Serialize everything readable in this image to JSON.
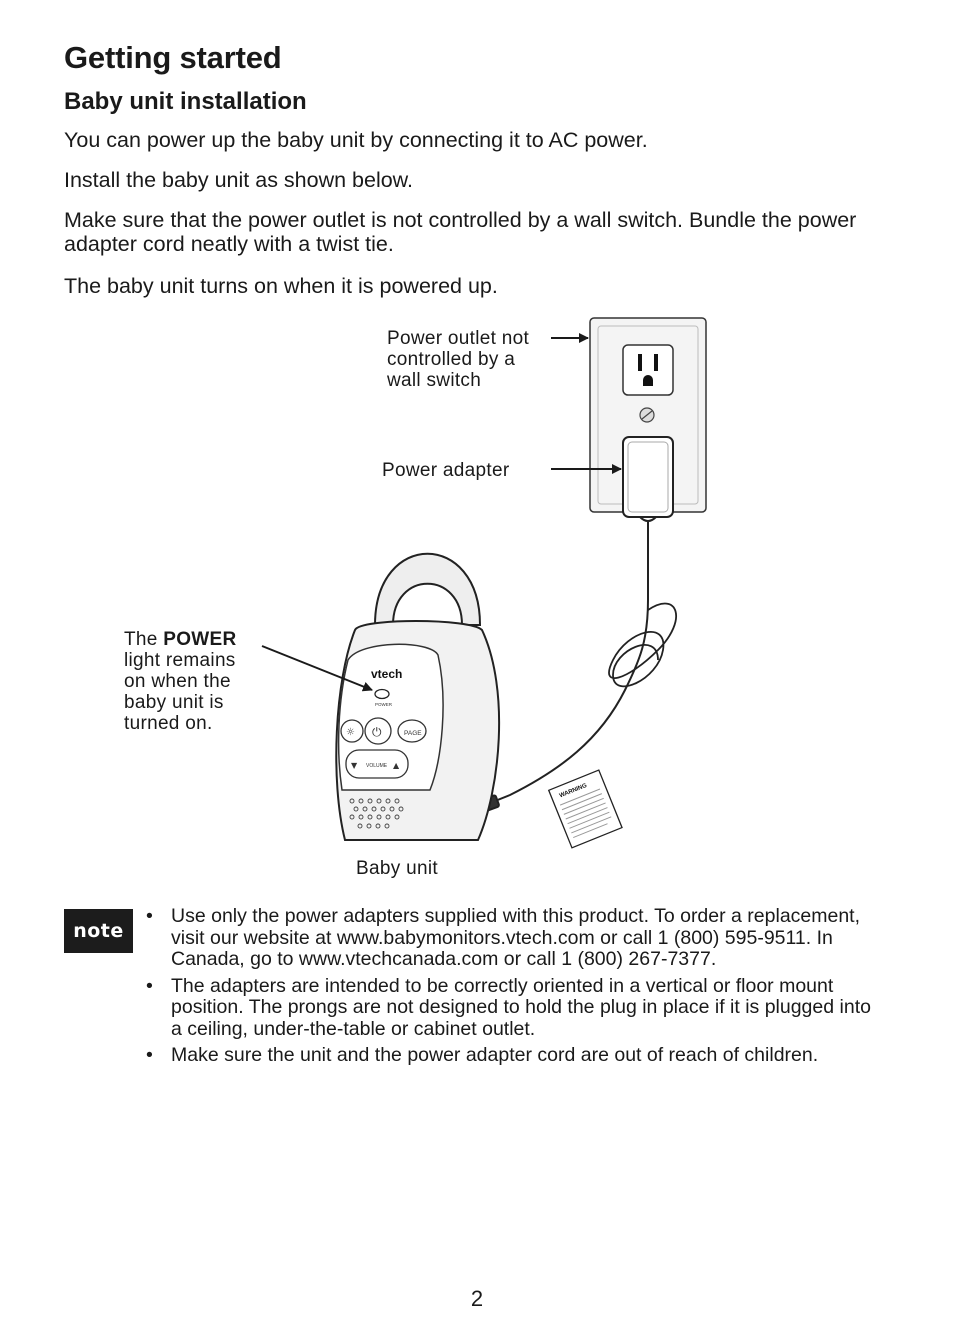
{
  "header": {
    "title": "Getting started",
    "subtitle": "Baby unit installation"
  },
  "body": {
    "paragraphs": [
      "You can power up the baby unit by connecting it to AC power.",
      "Install the baby unit as shown below.",
      "Make sure that the power outlet is not controlled by a wall switch. Bundle the power adapter cord neatly with a twist tie.",
      "The baby unit turns on when it is powered up."
    ]
  },
  "diagram": {
    "outlet_label": [
      "Power outlet not",
      "controlled by a",
      "wall switch"
    ],
    "adapter_label": "Power adapter",
    "power_light_prefix": "The",
    "power_light_bold": "POWER",
    "power_light_rest": [
      "light remains",
      "on when the",
      "baby unit is",
      "turned on."
    ],
    "baby_unit_label": "Baby unit",
    "device_brand": "vtech",
    "device_power_text": "POWER",
    "device_page_text": "PAGE",
    "device_volume_text": "VOLUME",
    "tag_text": "WARNING"
  },
  "note": {
    "badge": "note",
    "items": [
      "Use only the power adapters supplied with this product. To order a replacement, visit our website at www.babymonitors.vtech.com or call 1 (800) 595-9511. In Canada, go to www.vtechcanada.com or call 1 (800) 267-7377.",
      "The adapters are intended to be correctly oriented in a vertical or floor mount position. The prongs are not designed to hold the plug in place if it is plugged into a ceiling, under-the-table or cabinet outlet.",
      "Make sure the unit and the power adapter cord are out of reach of children."
    ]
  },
  "footer": {
    "page_number": "2"
  }
}
